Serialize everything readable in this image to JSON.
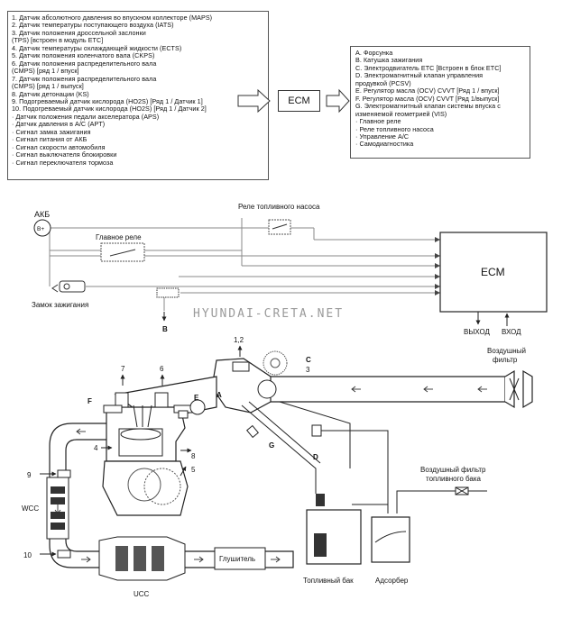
{
  "inputs": {
    "items": [
      "1. Датчик абсолютного давления во впускном коллекторе (MAPS)",
      "2. Датчик температуры поступающего воздуха (IATS)",
      "3. Датчик положения дроссельной заслонки",
      "(TPS) [встроен в модуль ETC]",
      "4. Датчик температуры охлаждающей жидкости (ECTS)",
      "5. Датчик положения коленчатого вала (CKPS)",
      "6. Датчик положения распределительного вала",
      "(CMPS) [ряд 1 / впуск]",
      "7. Датчик положения распределительного вала",
      "(CMPS) [ряд 1 / выпуск]",
      "8. Датчик детонации (KS)",
      "9. Подогреваемый датчик кислорода (HO2S) [Ряд 1 / Датчик 1]",
      "10. Подогреваемый датчик кислорода (HO2S) [Ряд 1 / Датчик 2]",
      "· Датчик положения педали акселератора (APS)",
      "· Датчик давления в A/C (APT)",
      "· Сигнал замка зажигания",
      "· Сигнал питания от АКБ",
      "· Сигнал скорости автомобиля",
      "· Сигнал выключателя блокировки",
      "· Сигнал переключателя тормоза"
    ]
  },
  "outputs": {
    "items": [
      "A. Форсунка",
      "B. Катушка зажигания",
      "C. Электродвигатель ETC [Встроен в блок ETC]",
      "D. Электромагнитный клапан управления",
      "продувкой (PCSV)",
      "E. Регулятор масла (OCV) CVVT [Ряд 1 / впуск]",
      "F. Регулятор масла (OCV) CVVT [Ряд 1/выпуск]",
      "G. Электромагнитный клапан системы впуска с",
      "изменяемой геометрией (VIS)",
      "· Главное реле",
      "· Реле топливного насоса",
      "· Управление A/C",
      "· Самодиагностика"
    ]
  },
  "ecm_label": "ECM",
  "labels": {
    "akb": "АКБ",
    "b_plus": "B+",
    "fuel_pump_relay": "Реле топливного насоса",
    "main_relay": "Главное реле",
    "ecm": "ECM",
    "ignition_switch": "Замок зажигания",
    "output": "ВЫХОД",
    "input": "ВХОД",
    "watermark": "HYUNDAI-CRETA.NET",
    "air_filter_1": "Воздушный",
    "air_filter_2": "фильтр",
    "fuel_air_filter_1": "Воздушный фильтр",
    "fuel_air_filter_2": "топливного бака",
    "fuel_tank": "Топливный бак",
    "adsorber": "Адсорбер",
    "muffler": "Глушитель",
    "wcc": "WCC",
    "ucc": "UCC",
    "n12": "1,2",
    "n3": "3",
    "n4": "4",
    "n5": "5",
    "n6": "6",
    "n7": "7",
    "n8": "8",
    "n9": "9",
    "n10": "10",
    "A": "A",
    "B": "B",
    "C": "C",
    "D": "D",
    "E": "E",
    "F": "F",
    "G": "G"
  },
  "colors": {
    "line": "#222222",
    "grey": "#8a8a8a",
    "pipe_fill": "#ffffff"
  }
}
